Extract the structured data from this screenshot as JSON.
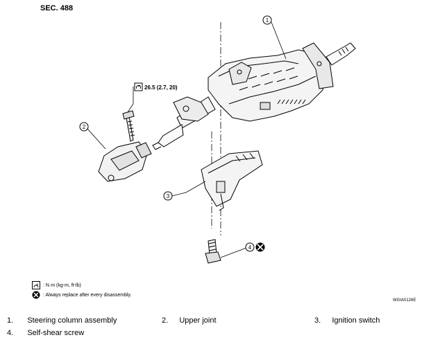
{
  "section": "SEC. 488",
  "torque_spec": "26.5 (2.7, 20)",
  "callouts": [
    "1",
    "2",
    "3",
    "4"
  ],
  "legend": [
    {
      "icon": "torque-wrench-icon",
      "text": ": N·m (kg-m, ft-lb)"
    },
    {
      "icon": "replace-x-icon",
      "text": ": Always replace after every disassembly."
    }
  ],
  "figure_code": "WGIA0126E",
  "parts": [
    {
      "number": "1.",
      "name": "Steering column assembly"
    },
    {
      "number": "2.",
      "name": "Upper joint"
    },
    {
      "number": "3.",
      "name": "Ignition switch"
    },
    {
      "number": "4.",
      "name": "Self-shear screw"
    }
  ]
}
